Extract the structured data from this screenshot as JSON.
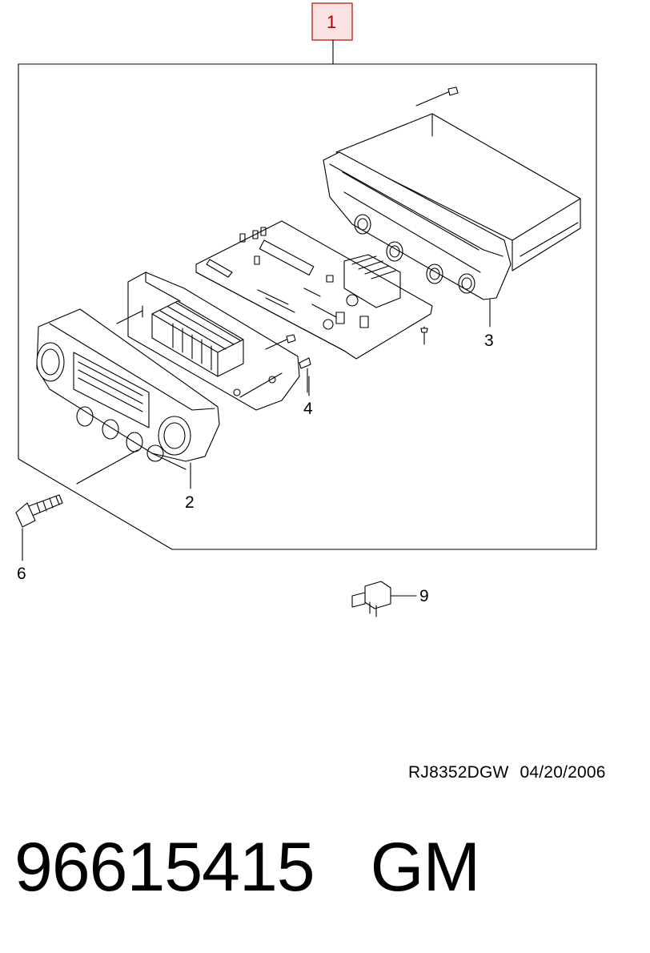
{
  "callouts": {
    "c1": "1",
    "c2": "2",
    "c3": "3",
    "c4": "4",
    "c6": "6",
    "c9": "9"
  },
  "footer": {
    "drawing_code": "RJ8352DGW",
    "date": "04/20/2006",
    "part_number": "96615415",
    "brand": "GM"
  },
  "colors": {
    "highlight_box_border": "#c0392b",
    "highlight_box_fill": "#f9e3e5",
    "line": "#000000"
  }
}
